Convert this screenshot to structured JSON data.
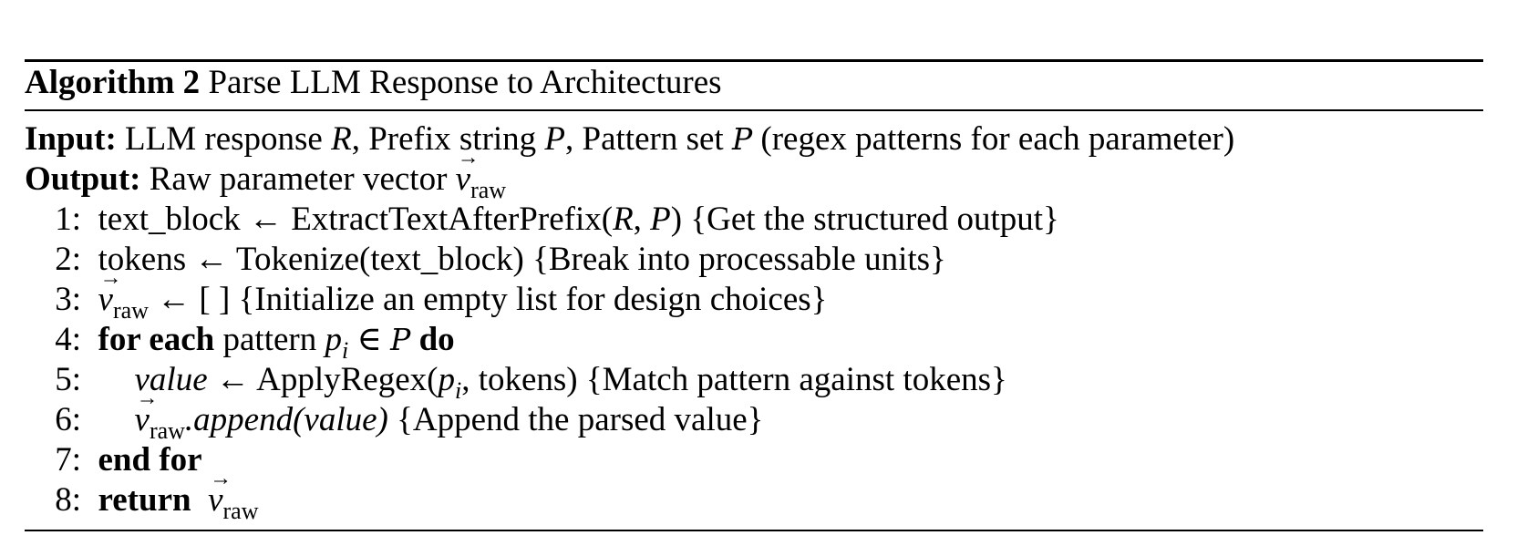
{
  "algorithm": {
    "label": "Algorithm 2",
    "title": "Parse LLM Response to Architectures"
  },
  "input": {
    "label": "Input:",
    "t1": "LLM response ",
    "R": "R",
    "t2": ", Prefix string ",
    "P": "P",
    "t3": ", Pattern set ",
    "PP": "P",
    "t4": " (regex patterns for each parameter)"
  },
  "output": {
    "label": "Output:",
    "t1": "Raw parameter vector ",
    "v": "v",
    "arrow": "→",
    "sub": "raw"
  },
  "steps": [
    {
      "num": "1:",
      "lhs": "text_block",
      "arrow": " ← ",
      "fn": "ExtractTextAfterPrefix",
      "open": "(",
      "R": "R",
      "comma": ", ",
      "P": "P",
      "close": ")",
      "comment": " {Get the structured output}"
    },
    {
      "num": "2:",
      "text": "tokens ← Tokenize(text_block) {Break into processable units}"
    },
    {
      "num": "3:",
      "v": "v",
      "arrow": "→",
      "sub": "raw",
      "text": " ← [ ] {Initialize an empty list for design choices}"
    },
    {
      "num": "4:",
      "kw1": "for each",
      "t1": " pattern ",
      "p": "p",
      "i": "i",
      "in": " ∈ ",
      "PP": "P",
      "kw2": " do"
    },
    {
      "num": "5:",
      "value": "value",
      "arrow": " ← ",
      "fn": "ApplyRegex(",
      "p": "p",
      "i": "i",
      "rest": ", tokens) {Match pattern against tokens}"
    },
    {
      "num": "6:",
      "v": "v",
      "arrow": "→",
      "sub": "raw",
      "call": ".append(value)",
      "comment": " {Append the parsed value}"
    },
    {
      "num": "7:",
      "kw": "end for"
    },
    {
      "num": "8:",
      "kw": "return",
      "v": "v",
      "arrow": "→",
      "sub": "raw"
    }
  ]
}
